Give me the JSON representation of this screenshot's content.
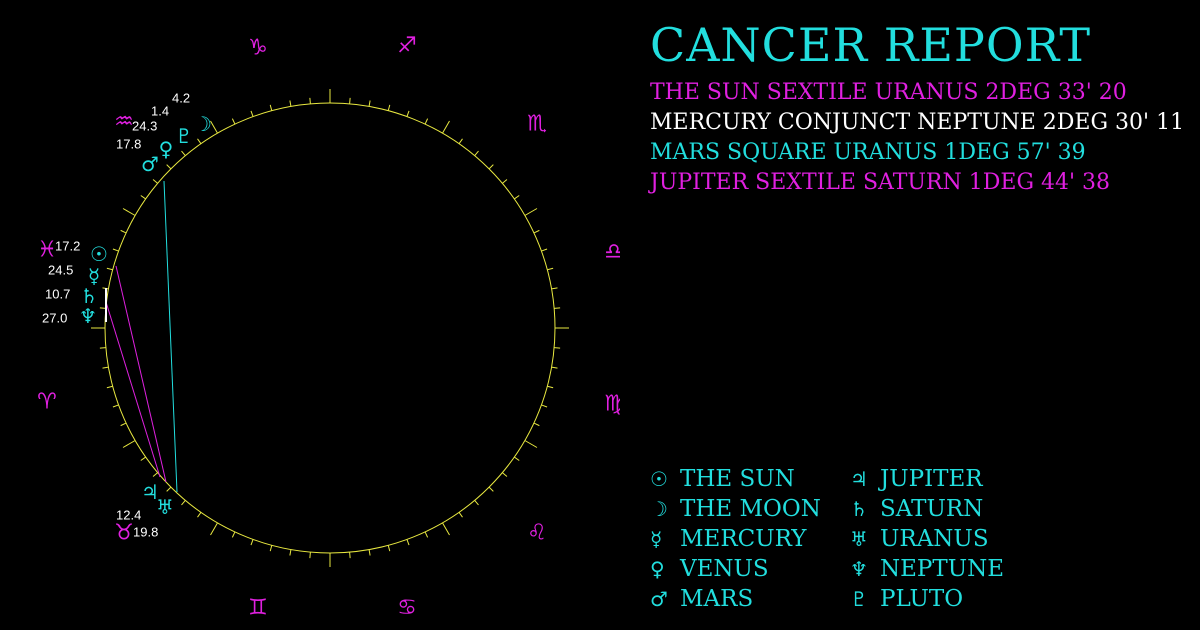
{
  "title": "CANCER REPORT",
  "colors": {
    "accent": "#22dede",
    "magenta": "#e020e0",
    "white": "#ffffff",
    "ring": "#e8e840"
  },
  "aspects": [
    {
      "text": "THE SUN SEXTILE URANUS 2DEG 33' 20",
      "color": "#e020e0"
    },
    {
      "text": "MERCURY CONJUNCT NEPTUNE 2DEG 30' 11",
      "color": "#ffffff"
    },
    {
      "text": "MARS SQUARE URANUS 1DEG 57' 39",
      "color": "#22dede"
    },
    {
      "text": "JUPITER SEXTILE SATURN 1DEG 44' 38",
      "color": "#e020e0"
    }
  ],
  "legend": [
    {
      "glyph": "☉",
      "label": "THE SUN",
      "icon": "sun-icon"
    },
    {
      "glyph": "☽",
      "label": "THE MOON",
      "icon": "moon-icon"
    },
    {
      "glyph": "☿",
      "label": "MERCURY",
      "icon": "mercury-icon"
    },
    {
      "glyph": "♀",
      "label": "VENUS",
      "icon": "venus-icon"
    },
    {
      "glyph": "♂",
      "label": "MARS",
      "icon": "mars-icon"
    },
    {
      "glyph": "♃",
      "label": "JUPITER",
      "icon": "jupiter-icon"
    },
    {
      "glyph": "♄",
      "label": "SATURN",
      "icon": "saturn-icon"
    },
    {
      "glyph": "♅",
      "label": "URANUS",
      "icon": "uranus-icon"
    },
    {
      "glyph": "♆",
      "label": "NEPTUNE",
      "icon": "neptune-icon"
    },
    {
      "glyph": "♇",
      "label": "PLUTO",
      "icon": "pluto-icon"
    }
  ],
  "zodiac": [
    {
      "glyph": "♑",
      "name": "capricorn"
    },
    {
      "glyph": "♐",
      "name": "sagittarius"
    },
    {
      "glyph": "♏",
      "name": "scorpio"
    },
    {
      "glyph": "♎",
      "name": "libra"
    },
    {
      "glyph": "♍",
      "name": "virgo"
    },
    {
      "glyph": "♌",
      "name": "leo"
    },
    {
      "glyph": "♋",
      "name": "cancer"
    },
    {
      "glyph": "♊",
      "name": "gemini"
    },
    {
      "glyph": "♉",
      "name": "taurus"
    },
    {
      "glyph": "♈",
      "name": "aries"
    },
    {
      "glyph": "♓",
      "name": "pisces"
    },
    {
      "glyph": "♒",
      "name": "aquarius"
    }
  ],
  "planets": [
    {
      "name": "moon",
      "glyph": "☽",
      "value": "4.2"
    },
    {
      "name": "pluto",
      "glyph": "♇",
      "value": "1.4"
    },
    {
      "name": "venus",
      "glyph": "♀",
      "value": "24.3"
    },
    {
      "name": "mars",
      "glyph": "♂",
      "value": "17.8"
    },
    {
      "name": "sun",
      "glyph": "☉",
      "value": "17.2"
    },
    {
      "name": "mercury",
      "glyph": "☿",
      "value": "24.5"
    },
    {
      "name": "saturn",
      "glyph": "♄",
      "value": "10.7"
    },
    {
      "name": "neptune",
      "glyph": "♆",
      "value": "27.0"
    },
    {
      "name": "jupiter",
      "glyph": "♃",
      "value": "12.4"
    },
    {
      "name": "uranus",
      "glyph": "♅",
      "value": "19.8"
    }
  ]
}
